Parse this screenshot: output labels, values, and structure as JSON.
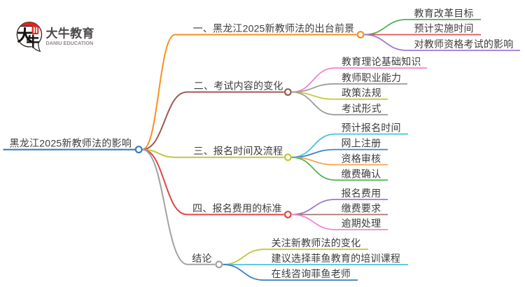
{
  "logo": {
    "badge_char_1": "大",
    "badge_char_2": "牛",
    "brand": "大牛教育",
    "brand_en": "DANIU EDUCATION",
    "badge_red": "#e2231a",
    "outline_color": "#2b2424"
  },
  "mindmap": {
    "root": {
      "label": "黑龙江2025新教师法的影响",
      "color": "#3a7db8"
    },
    "branches": [
      {
        "label": "一、黑龙江2025新教师法的出台前景",
        "color": "#f5911e",
        "children": [
          {
            "label": "教育改革目标",
            "color": "#53ae56"
          },
          {
            "label": "预计实施时间",
            "color": "#e05252"
          },
          {
            "label": "对教师资格考试的影响",
            "color": "#9e77d4"
          }
        ]
      },
      {
        "label": "二、考试内容的变化",
        "color": "#9d5a52",
        "children": [
          {
            "label": "教育理论基础知识",
            "color": "#f186cf"
          },
          {
            "label": "教师职业能力",
            "color": "#9c9c9c"
          },
          {
            "label": "政策法规",
            "color": "#c5c93e"
          },
          {
            "label": "考试形式",
            "color": "#9c9c9c"
          }
        ]
      },
      {
        "label": "三、报名时间及流程",
        "color": "#c2c63c",
        "children": [
          {
            "label": "预计报名时间",
            "color": "#48c3df"
          },
          {
            "label": "网上注册",
            "color": "#4182c4"
          },
          {
            "label": "资格审核",
            "color": "#f7a34c"
          },
          {
            "label": "缴费确认",
            "color": "#56b359"
          }
        ]
      },
      {
        "label": "四、报名费用的标准",
        "color": "#e24646",
        "children": [
          {
            "label": "报名费用",
            "color": "#9e77d4"
          },
          {
            "label": "缴费要求",
            "color": "#a4766b"
          },
          {
            "label": "逾期处理",
            "color": "#f186cf"
          }
        ]
      },
      {
        "label": "结论",
        "color": "#a2a2a2",
        "children": [
          {
            "label": "关注新教师法的变化",
            "color": "#c2c63c"
          },
          {
            "label": "建议选择菲鱼教育的培训课程",
            "color": "#48c3df"
          },
          {
            "label": "在线咨询菲鱼老师",
            "color": "#4182c4"
          }
        ]
      }
    ]
  }
}
